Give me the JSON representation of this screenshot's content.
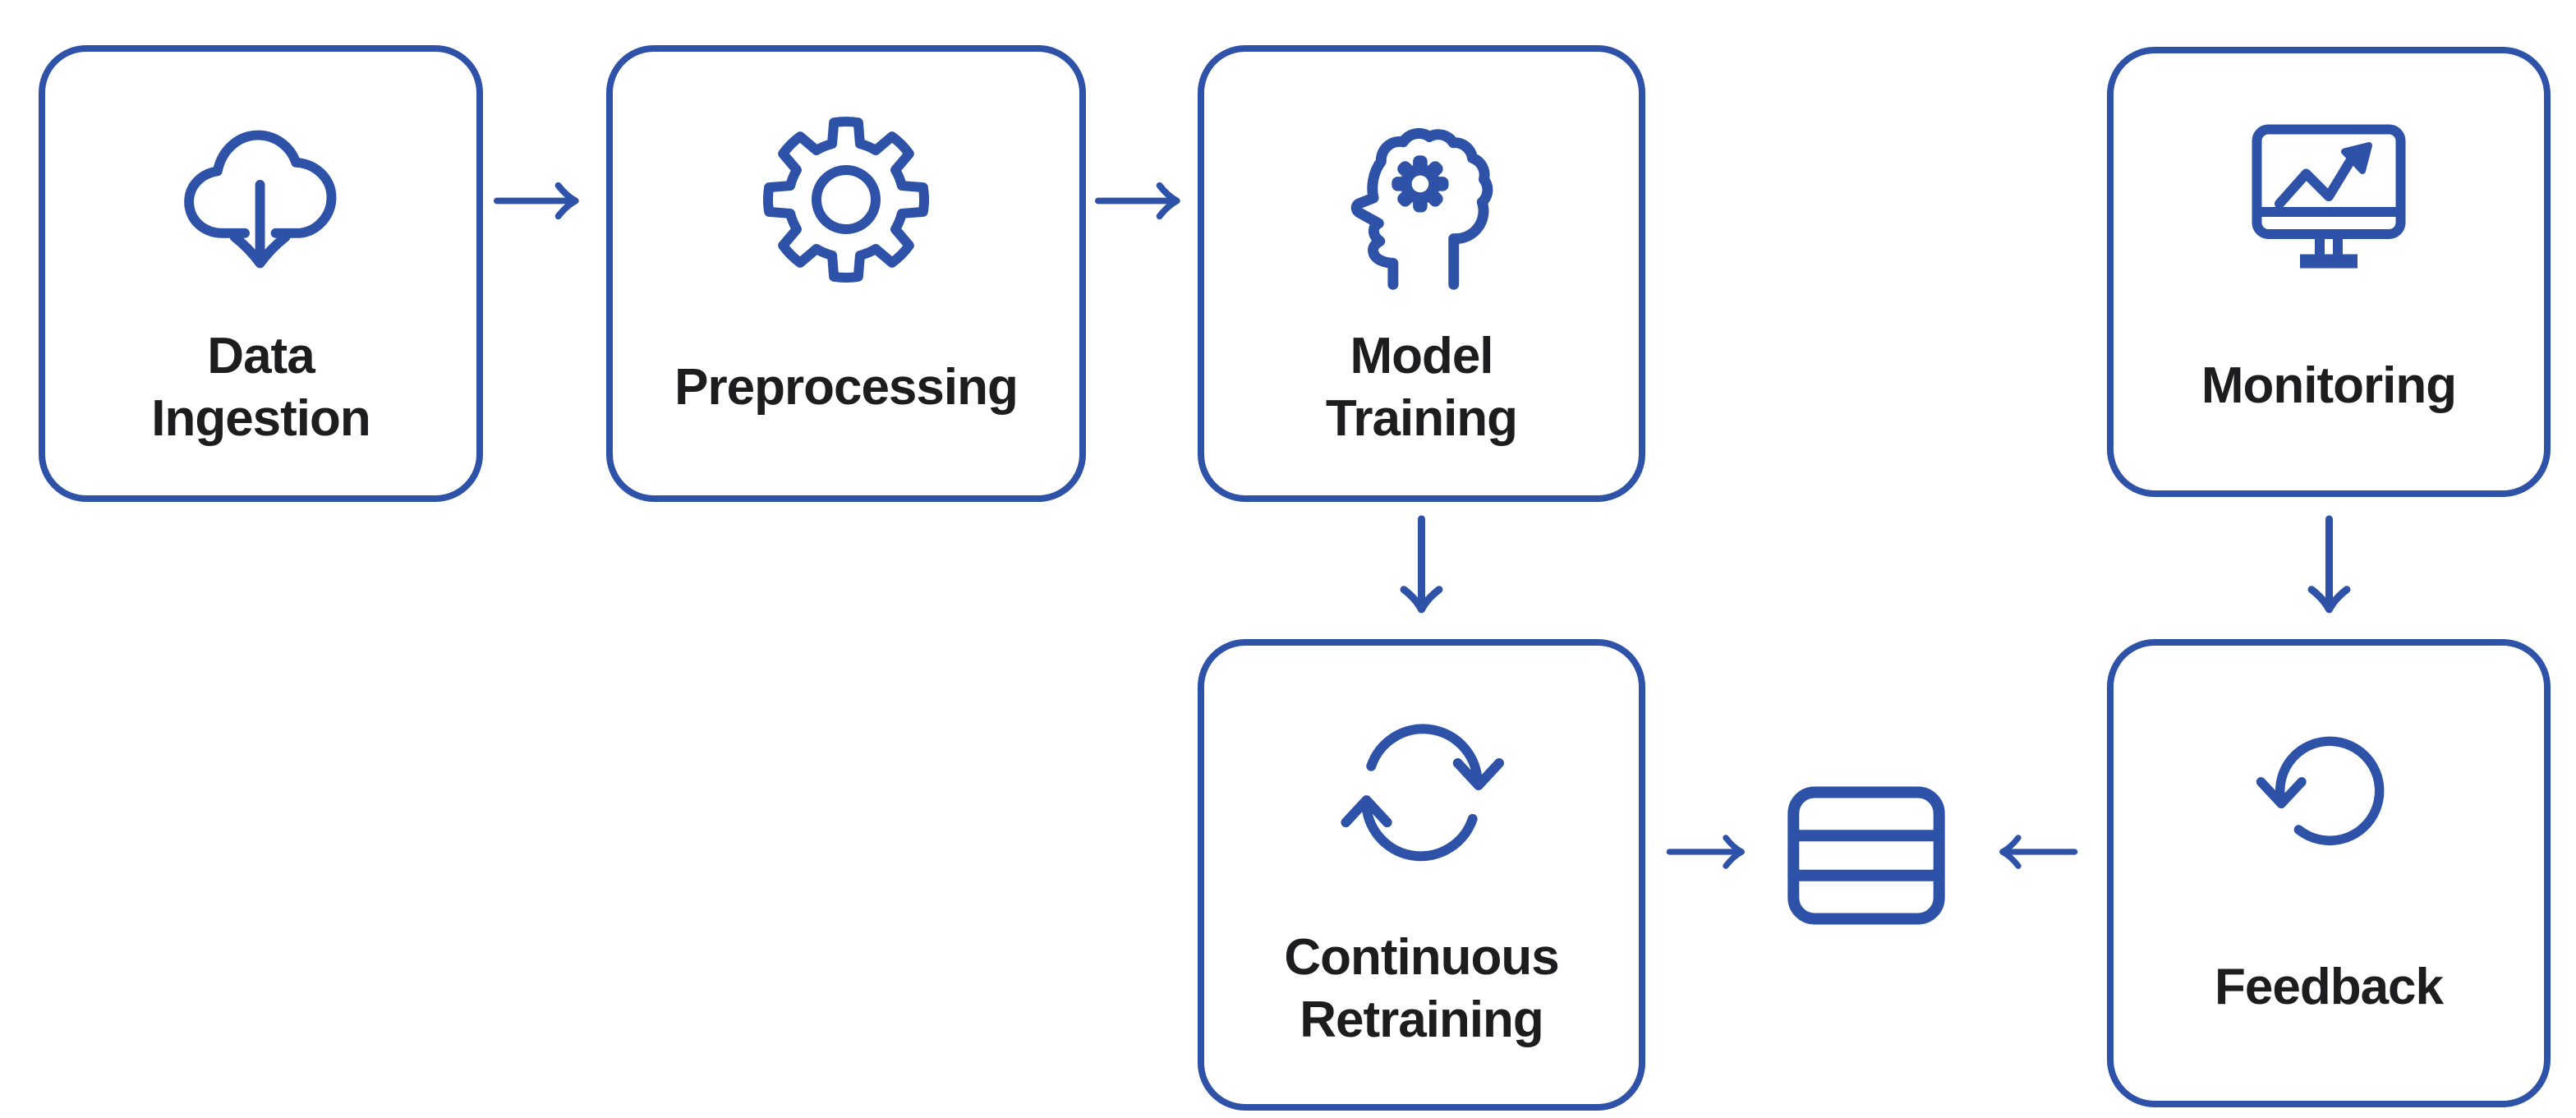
{
  "diagram": {
    "background_color": "#ffffff",
    "accent_color": "#2d52a8",
    "text_color": "#1d1d1f",
    "nodes": [
      {
        "id": "data-ingestion",
        "label": "Data\nIngestion",
        "icon": "cloud-download-icon"
      },
      {
        "id": "preprocessing",
        "label": "Preprocessing",
        "icon": "gear-icon"
      },
      {
        "id": "model-training",
        "label": "Model\nTraining",
        "icon": "head-gear-icon"
      },
      {
        "id": "monitoring",
        "label": "Monitoring",
        "icon": "monitor-chart-icon"
      },
      {
        "id": "continuous-retraining",
        "label": "Continuous\nRetraining",
        "icon": "sync-arrows-icon"
      },
      {
        "id": "feedback",
        "label": "Feedback",
        "icon": "rotate-arrow-icon"
      },
      {
        "id": "data-store",
        "label": "",
        "icon": "database-icon"
      }
    ],
    "connectors": [
      {
        "from": "data-ingestion",
        "to": "preprocessing",
        "direction": "right"
      },
      {
        "from": "preprocessing",
        "to": "model-training",
        "direction": "right"
      },
      {
        "from": "model-training",
        "to": "continuous-retraining",
        "direction": "down"
      },
      {
        "from": "monitoring",
        "to": "feedback",
        "direction": "down"
      },
      {
        "from": "continuous-retraining",
        "to": "data-store",
        "direction": "right"
      },
      {
        "from": "feedback",
        "to": "data-store",
        "direction": "left"
      }
    ]
  }
}
